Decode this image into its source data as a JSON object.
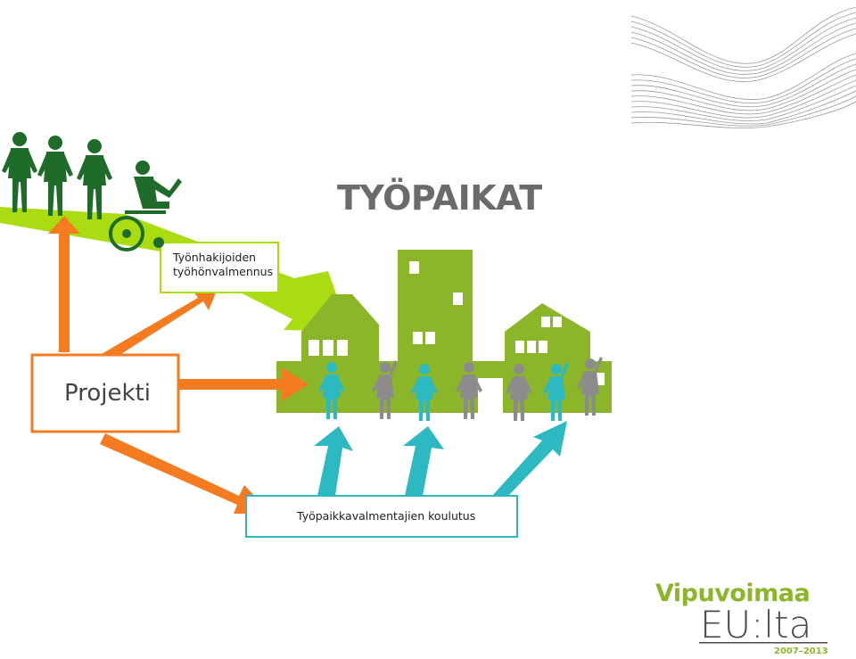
{
  "title": "TYÖPAIKAT",
  "boxes": {
    "jobseekers_line1": "Työnhakijoiden",
    "jobseekers_line2": "työhönvalmennus",
    "project": "Projekti",
    "coaches": "Työpaikkavalmentajien koulutus"
  },
  "logo": {
    "top": "Vipuvoimaa",
    "middle": "EU:lta",
    "years": "2007–2013"
  },
  "colors": {
    "orange": "#f47b20",
    "lime": "#aadd11",
    "building_green": "#8cb629",
    "jobseeker_green": "#1f6b2a",
    "teal": "#2cb9c2",
    "gray": "#8c8c8c",
    "title_gray": "#6b6b6b"
  },
  "icons": [
    "person-icon",
    "wheelchair-icon",
    "building-icon",
    "wave-decoration"
  ]
}
